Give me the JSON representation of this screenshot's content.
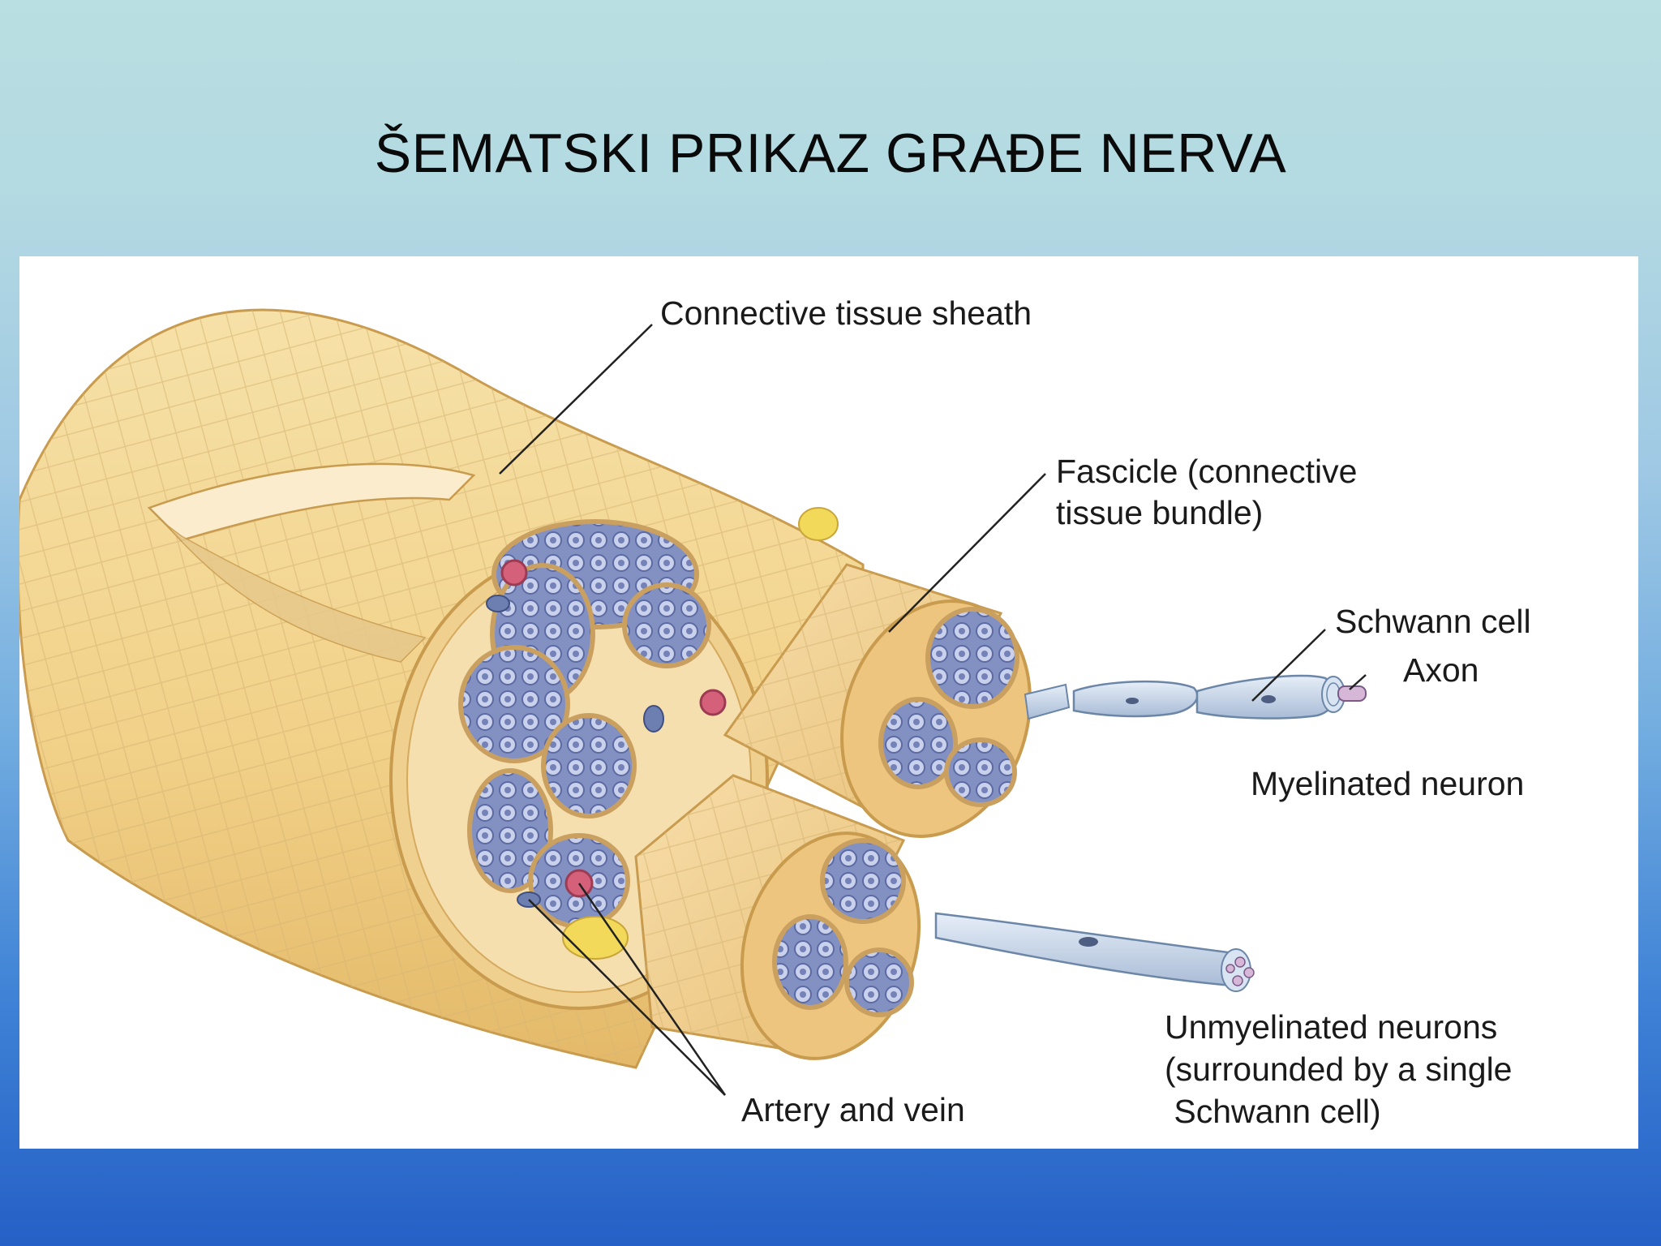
{
  "slide": {
    "title": "ŠEMATSKI PRIKAZ GRAĐE NERVA"
  },
  "diagram": {
    "labels": {
      "connective_tissue_sheath": "Connective tissue sheath",
      "fascicle_line1": "Fascicle (connective",
      "fascicle_line2": "tissue bundle)",
      "schwann_cell": "Schwann cell",
      "axon": "Axon",
      "myelinated_neuron": "Myelinated neuron",
      "unmyelinated_line1": "Unmyelinated neurons",
      "unmyelinated_line2": "(surrounded by a single",
      "unmyelinated_line3": " Schwann cell)",
      "artery_and_vein": "Artery and vein"
    }
  },
  "colors": {
    "sheath": "#f2d48e",
    "sheath_dark": "#d7ad5c",
    "fascicle_fill": "#8c9ac8",
    "artery": "#d4607a",
    "vein": "#6d7fb0"
  }
}
